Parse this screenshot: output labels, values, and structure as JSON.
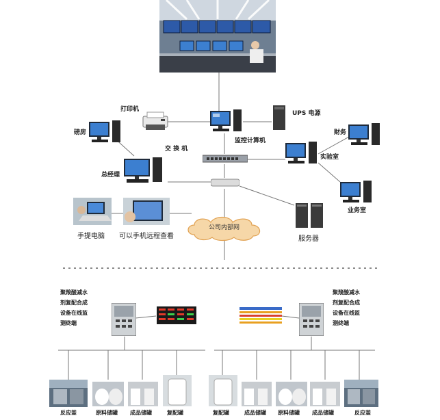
{
  "top_network": {
    "control_room": "control-room-photo",
    "nodes": {
      "printer": "打印机",
      "ups": "UPS 电源",
      "weighing_room": "磅房",
      "switch": "交 换 机",
      "monitor_pc": "监控计算机",
      "finance": "财务",
      "lab": "实验室",
      "general_manager": "总经理",
      "business_office": "业务室",
      "laptop": "手提电脑",
      "mobile_remote": "可以手机远程查看",
      "server": "服务器",
      "intranet": "公司内部网"
    }
  },
  "bottom_left": {
    "title_lines": [
      "聚羧酸减水",
      "剂复配合成",
      "设备在线监",
      "测终端"
    ],
    "tanks": [
      "反应釜",
      "原料储罐",
      "成品储罐",
      "复配罐"
    ]
  },
  "bottom_right": {
    "title_lines": [
      "聚羧酸减水",
      "剂复配合成",
      "设备在线监",
      "测终端"
    ],
    "tanks": [
      "复配罐",
      "成品储罐",
      "原料储罐",
      "成品储罐",
      "反应釜"
    ]
  },
  "colors": {
    "line": "#777777",
    "cloud_fill": "#f6d7a8",
    "cloud_stroke": "#e0a050",
    "screen_blue": "#1c4e9c",
    "dark": "#222222"
  }
}
